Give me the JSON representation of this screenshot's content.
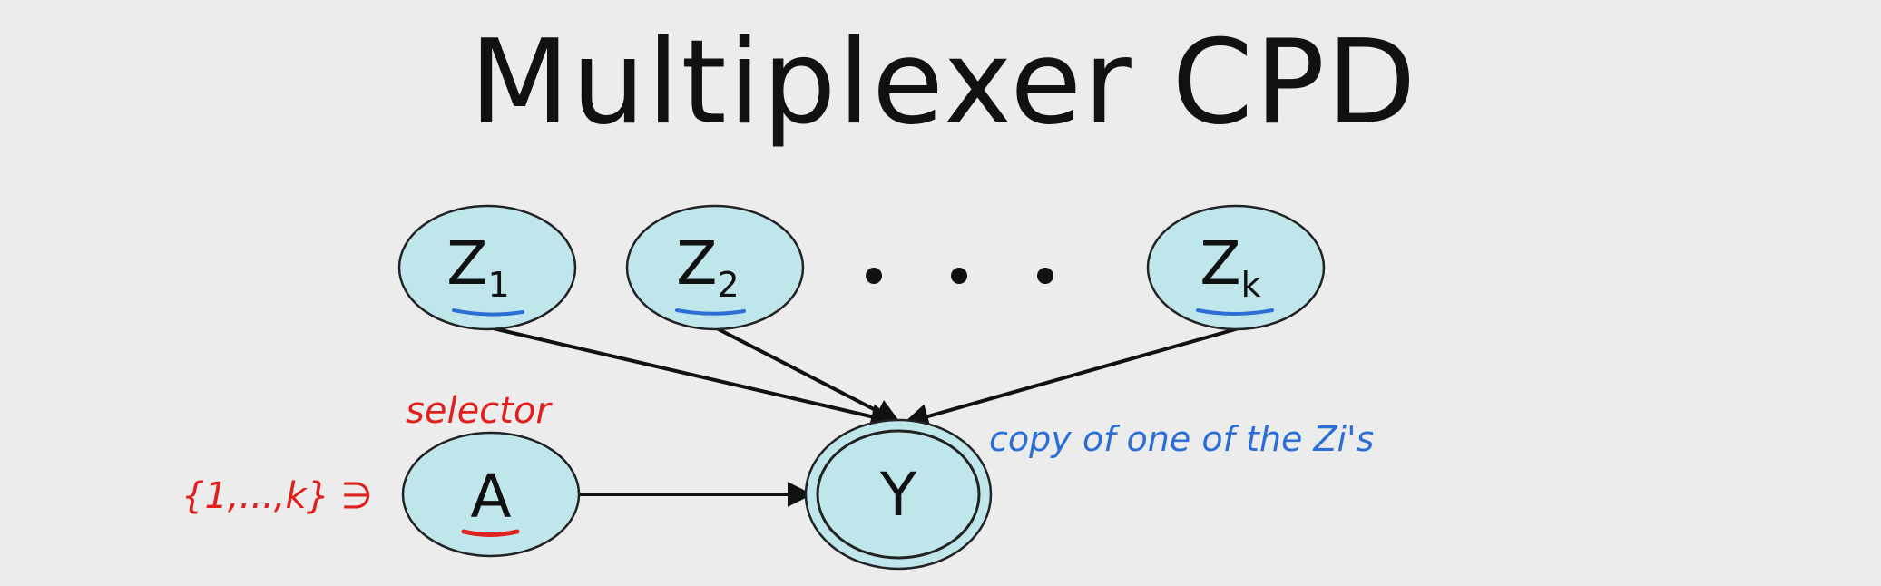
{
  "title": "Multiplexer CPD",
  "nodes": {
    "z1": {
      "label": "Z",
      "sub": "1"
    },
    "z2": {
      "label": "Z",
      "sub": "2"
    },
    "zk": {
      "label": "Z",
      "sub": "k"
    },
    "a": {
      "label": "A"
    },
    "y": {
      "label": "Y"
    }
  },
  "annotations": {
    "selector": "selector",
    "domain": "{1,...,k} ∋",
    "copy_note": "copy of one of the Zi's"
  },
  "colors": {
    "node_fill": "#bfe6ea",
    "annotation_red": "#e0201c",
    "annotation_blue": "#2b6fd6",
    "background": "#ececec"
  }
}
